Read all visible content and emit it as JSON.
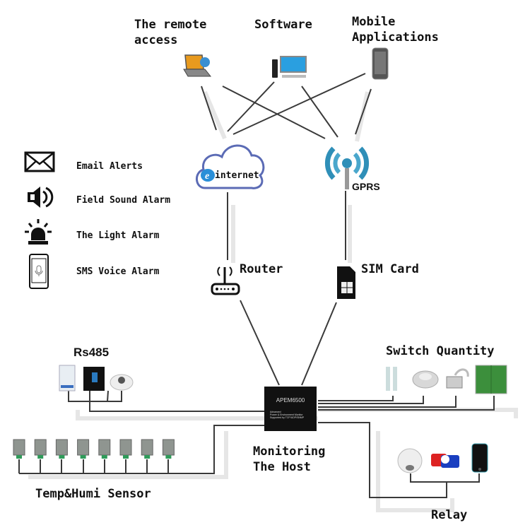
{
  "diagram": {
    "top_clients": [
      {
        "id": "remote",
        "label": "The remote\naccess",
        "icon": "laptop-icon"
      },
      {
        "id": "software",
        "label": "Software",
        "icon": "desktop-computer-icon"
      },
      {
        "id": "mobile",
        "label": "Mobile\nApplications",
        "icon": "smartphone-icon"
      }
    ],
    "networks": {
      "internet": {
        "label": "internet",
        "icon": "cloud-internet-icon"
      },
      "gprs": {
        "label": "GPRS",
        "icon": "wireless-signal-icon"
      }
    },
    "gateways": {
      "router": {
        "label": "Router",
        "icon": "router-icon"
      },
      "sim": {
        "label": "SIM Card",
        "icon": "sim-card-icon"
      }
    },
    "alarms": [
      {
        "label": "Email Alerts",
        "icon": "envelope-icon"
      },
      {
        "label": "Field Sound Alarm",
        "icon": "speaker-icon"
      },
      {
        "label": "The Light Alarm",
        "icon": "beacon-light-icon"
      },
      {
        "label": "SMS Voice Alarm",
        "icon": "phone-microphone-icon"
      }
    ],
    "host": {
      "model": "APEM6500",
      "subtitle_lines": [
        "Advanced",
        "Power & Environment Monitor",
        "Supported by TCP/UDP/SNMP"
      ],
      "label": "Monitoring\nThe Host"
    },
    "groups": {
      "rs485": {
        "label": "Rs485",
        "devices": [
          "air-conditioner",
          "ups",
          "dome-camera"
        ]
      },
      "switch": {
        "label": "Switch Quantity",
        "devices": [
          "door-magnetic-contact",
          "smoke-detector",
          "water-leak-sensor",
          "door"
        ]
      },
      "temp": {
        "label": "Temp&Humi Sensor",
        "count": 8
      },
      "relay": {
        "label": "Relay",
        "devices": [
          "smoke-alarm",
          "strobe-siren",
          "phone"
        ]
      }
    },
    "colors": {
      "wire": "#3a3a3a",
      "shadow": "#d9d9d9",
      "cloud": "#5b6bb5",
      "gprs": "#2f8fb8",
      "host": "#111111",
      "board": "#3c8f3c"
    }
  }
}
